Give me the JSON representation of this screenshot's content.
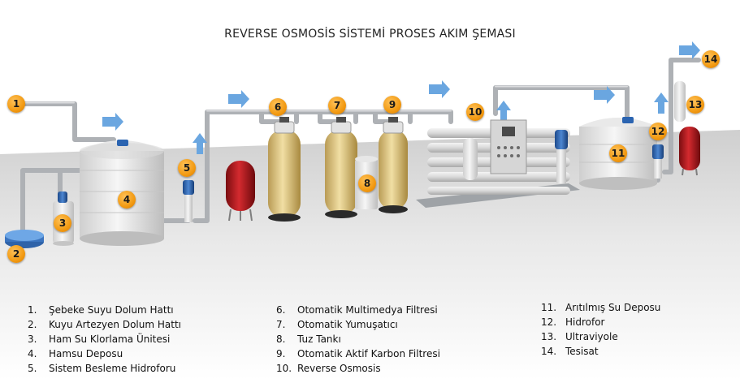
{
  "title": "REVERSE OSMOSİS SİSTEMİ PROSES AKIM ŞEMASI",
  "colors": {
    "badge": "#f29a12",
    "pipe": "#b9bcc0",
    "tank_fiberglass": "#e0c98a",
    "pressure_tank": "#b3161b",
    "arrow": "#5b9bd5",
    "water": "#3f7fd0",
    "floor": "#e6e6e6"
  },
  "badges": [
    "1",
    "2",
    "3",
    "4",
    "5",
    "6",
    "7",
    "8",
    "9",
    "10",
    "11",
    "12",
    "13",
    "14"
  ],
  "legend": {
    "col1": [
      {
        "num": "1.",
        "label": "Şebeke Suyu Dolum Hattı"
      },
      {
        "num": "2.",
        "label": "Kuyu Artezyen Dolum Hattı"
      },
      {
        "num": "3.",
        "label": "Ham Su Klorlama Ünitesi"
      },
      {
        "num": "4.",
        "label": "Hamsu Deposu"
      },
      {
        "num": "5.",
        "label": "Sistem Besleme Hidroforu"
      }
    ],
    "col2": [
      {
        "num": "6.",
        "label": "Otomatik Multimedya Filtresi"
      },
      {
        "num": "7.",
        "label": "Otomatik Yumuşatıcı"
      },
      {
        "num": "8.",
        "label": "Tuz Tankı"
      },
      {
        "num": "9.",
        "label": "Otomatik Aktif Karbon Filtresi"
      },
      {
        "num": "10.",
        "label": "Reverse Osmosis"
      }
    ],
    "col3": [
      {
        "num": "11.",
        "label": "Arıtılmış Su Deposu"
      },
      {
        "num": "12.",
        "label": "Hidrofor"
      },
      {
        "num": "13.",
        "label": "Ultraviyole"
      },
      {
        "num": "14.",
        "label": "Tesisat"
      }
    ]
  }
}
